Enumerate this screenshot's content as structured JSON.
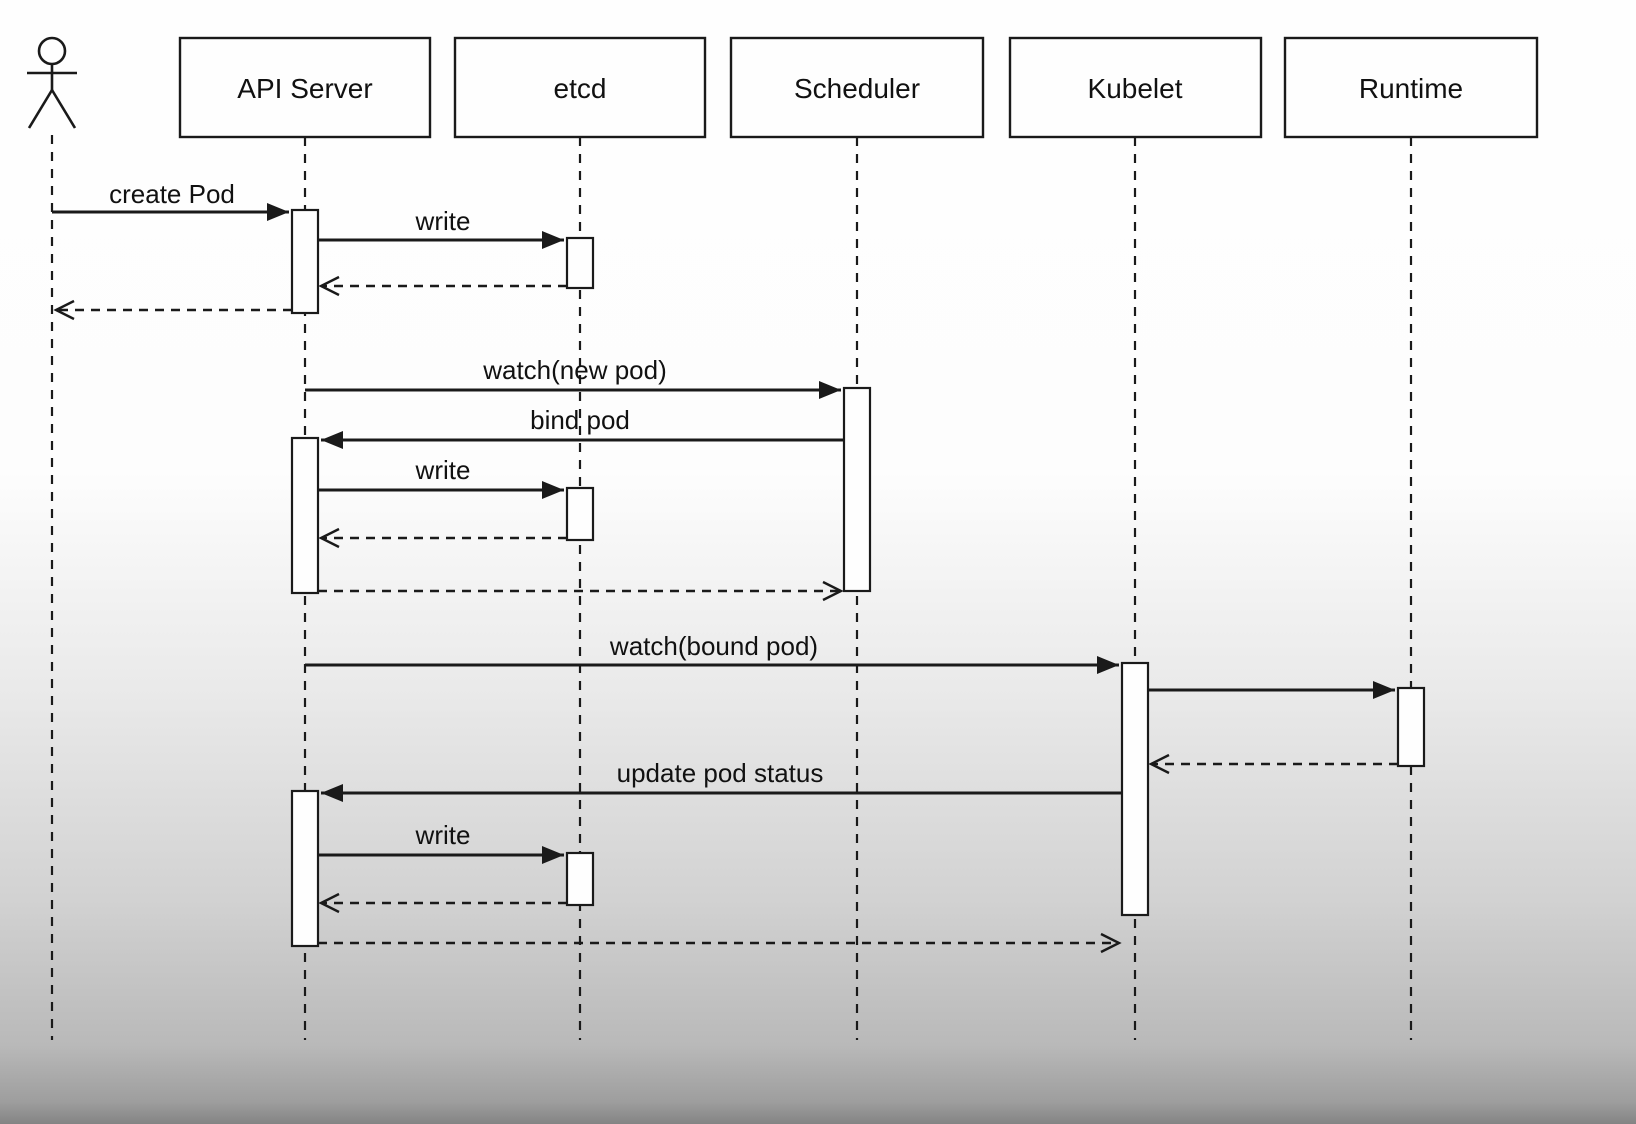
{
  "diagram": {
    "type": "sequence",
    "subject": "Kubernetes pod creation flow",
    "colors": {
      "stroke": "#1a1a1a",
      "box_fill": "#fefefe",
      "background_top": "#fefefe",
      "background_bottom": "#848484"
    },
    "participants": [
      {
        "id": "user",
        "kind": "actor",
        "label": ""
      },
      {
        "id": "api-server",
        "kind": "box",
        "label": "API Server"
      },
      {
        "id": "etcd",
        "kind": "box",
        "label": "etcd"
      },
      {
        "id": "scheduler",
        "kind": "box",
        "label": "Scheduler"
      },
      {
        "id": "kubelet",
        "kind": "box",
        "label": "Kubelet"
      },
      {
        "id": "runtime",
        "kind": "box",
        "label": "Runtime"
      }
    ],
    "messages": [
      {
        "from": "user",
        "to": "api-server",
        "label": "create Pod",
        "line": "solid"
      },
      {
        "from": "api-server",
        "to": "etcd",
        "label": "write",
        "line": "solid"
      },
      {
        "from": "etcd",
        "to": "api-server",
        "label": "",
        "line": "dashed"
      },
      {
        "from": "api-server",
        "to": "user",
        "label": "",
        "line": "dashed"
      },
      {
        "from": "api-server",
        "to": "scheduler",
        "label": "watch(new pod)",
        "line": "solid"
      },
      {
        "from": "scheduler",
        "to": "api-server",
        "label": "bind pod",
        "line": "solid"
      },
      {
        "from": "api-server",
        "to": "etcd",
        "label": "write",
        "line": "solid"
      },
      {
        "from": "etcd",
        "to": "api-server",
        "label": "",
        "line": "dashed"
      },
      {
        "from": "api-server",
        "to": "scheduler",
        "label": "",
        "line": "dashed"
      },
      {
        "from": "api-server",
        "to": "kubelet",
        "label": "watch(bound pod)",
        "line": "solid"
      },
      {
        "from": "kubelet",
        "to": "runtime",
        "label": "",
        "line": "solid"
      },
      {
        "from": "runtime",
        "to": "kubelet",
        "label": "",
        "line": "dashed"
      },
      {
        "from": "kubelet",
        "to": "api-server",
        "label": "update pod status",
        "line": "solid"
      },
      {
        "from": "api-server",
        "to": "etcd",
        "label": "write",
        "line": "solid"
      },
      {
        "from": "etcd",
        "to": "api-server",
        "label": "",
        "line": "dashed"
      },
      {
        "from": "api-server",
        "to": "kubelet",
        "label": "",
        "line": "dashed"
      }
    ]
  }
}
